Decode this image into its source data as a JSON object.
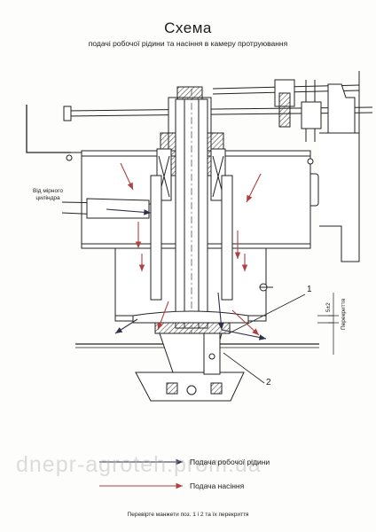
{
  "header": {
    "title": "Схема",
    "subtitle": "подачі робочої рідини та насіння в камеру протруювання"
  },
  "labels": {
    "from_cylinder": "Від мірного циліндра",
    "callout_1": "1",
    "callout_2": "2",
    "dimension": "5±2",
    "overlap": "Перекриття"
  },
  "legend": {
    "fluid_label": "Подача робочої рідини",
    "seed_label": "Подача насіння"
  },
  "watermark": "dnepr-agroteh.prom.ua",
  "footer": "Перевірте манжети поз. 1 і 2 та їх перекриття",
  "colors": {
    "fluid_arrow": "#2f2f4a",
    "seed_arrow": "#b04040",
    "line": "#222222"
  }
}
